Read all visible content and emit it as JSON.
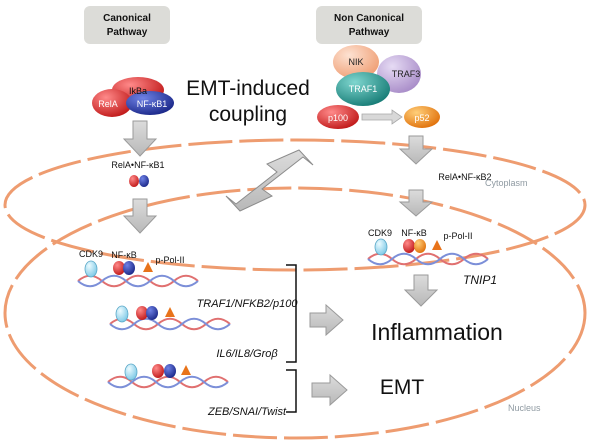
{
  "headers": {
    "canonical": [
      "Canonical",
      "Pathway"
    ],
    "non_canonical": [
      "Non Canonical",
      "Pathway"
    ]
  },
  "emt_coupling": [
    "EMT-induced",
    "coupling"
  ],
  "canonical_complex": {
    "ikba": "IkBa",
    "rela": "RelA",
    "nfkb1": "NF-κB1"
  },
  "rela_nfkb1_label": "RelA•NF-κB1",
  "noncanonical_complex": {
    "nik": "NIK",
    "traf3": "TRAF3",
    "traf1": "TRAF1",
    "p100": "p100",
    "p52": "p52"
  },
  "rela_nfkb2_label": "RelA•NF-κB2",
  "compartments": {
    "cytoplasm": "Cytoplasm",
    "nucleus": "Nucleus"
  },
  "left_factors": {
    "cdk9": "CDK9",
    "nfkb": "NF-κB",
    "ppol": "p-Pol-II"
  },
  "right_factors": {
    "cdk9": "CDK9",
    "nfkb": "NF-κB",
    "ppol": "p-Pol-II"
  },
  "genes": {
    "g1": "TRAF1/NFKB2/p100",
    "g2": "IL6/IL8/Groβ",
    "g3": "ZEB/SNAI/Twist",
    "tnip1": "TNIP1"
  },
  "outcomes": {
    "inflammation": "Inflammation",
    "emt": "EMT"
  },
  "colors": {
    "header_bg": "#dcdcd8",
    "arrow_gray": "#c4c4c4",
    "membrane": "#ee9c70",
    "rela": "#d62828",
    "nfkb1": "#23329a",
    "ikba": "#e04040",
    "nik": "#f4b393",
    "traf3": "#b9a1d2",
    "traf1": "#2da19a",
    "p100": "#d42020",
    "p52": "#f08a10",
    "cdk9": "#9fdcf2",
    "ppol": "#e8731a"
  }
}
